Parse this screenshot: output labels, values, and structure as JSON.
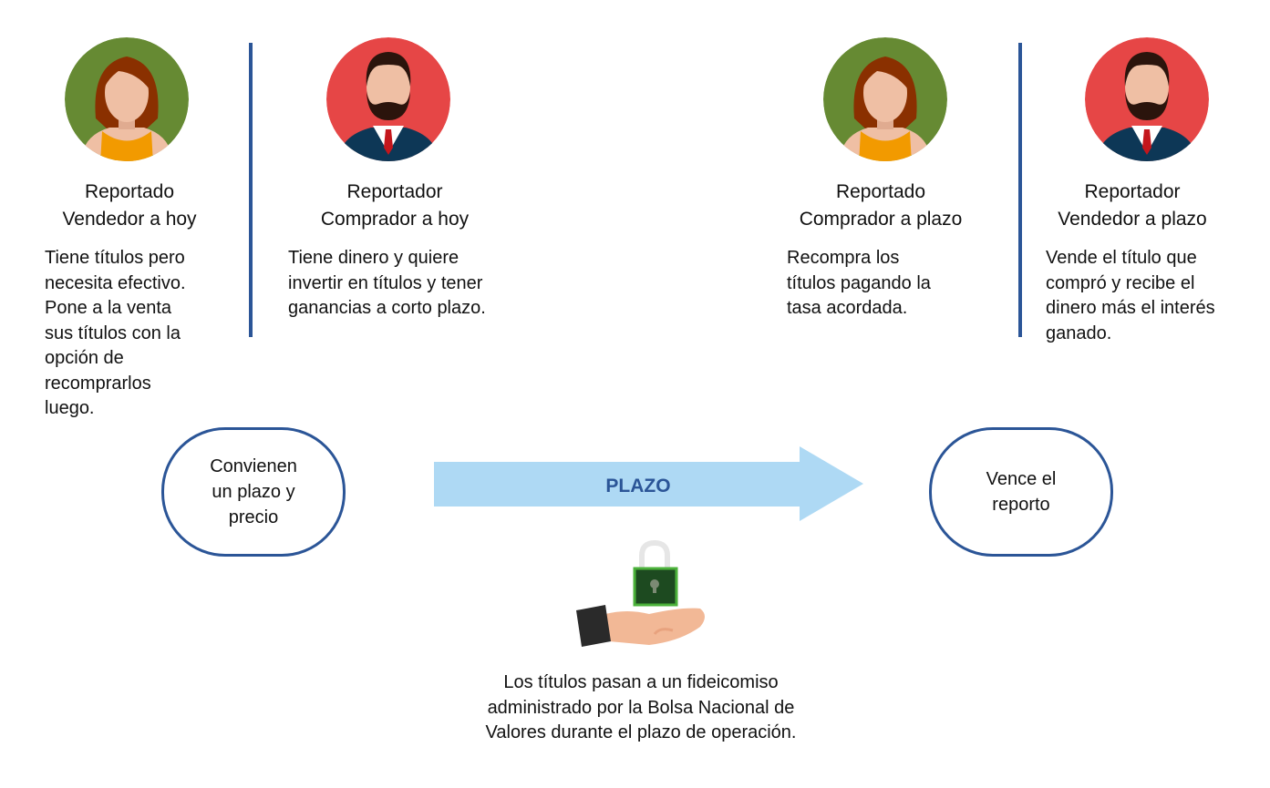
{
  "roles": [
    {
      "avatar": "woman-avatar",
      "title1": "Reportado",
      "title2": "Vendedor a hoy",
      "desc": "Tiene títulos pero\nnecesita efectivo.\nPone a la venta\nsus títulos con la\nopción de\nrecomprarlos\nluego."
    },
    {
      "avatar": "man-avatar",
      "title1": "Reportador",
      "title2": "Comprador a hoy",
      "desc": "Tiene dinero y quiere\ninvertir en títulos y tener\nganancias a corto plazo."
    },
    {
      "avatar": "woman-avatar",
      "title1": "Reportado",
      "title2": "Comprador a plazo",
      "desc": "Recompra los\ntítulos pagando la\ntasa acordada."
    },
    {
      "avatar": "man-avatar",
      "title1": "Reportador",
      "title2": "Vendedor a plazo",
      "desc": "Vende el título que\ncompró y recibe el\ndinero más el interés\nganado."
    }
  ],
  "start_oval": "Convienen\nun plazo y\nprecio",
  "end_oval": "Vence el\nreporto",
  "arrow_label": "PLAZO",
  "bottom_text": "Los títulos pasan a un fideicomiso\nadministrado por la Bolsa Nacional de\nValores durante el plazo de operación.",
  "colors": {
    "accent": "#2b5597",
    "arrow": "#aed9f4",
    "woman_bg": "#668a33",
    "man_bg": "#e64646"
  }
}
